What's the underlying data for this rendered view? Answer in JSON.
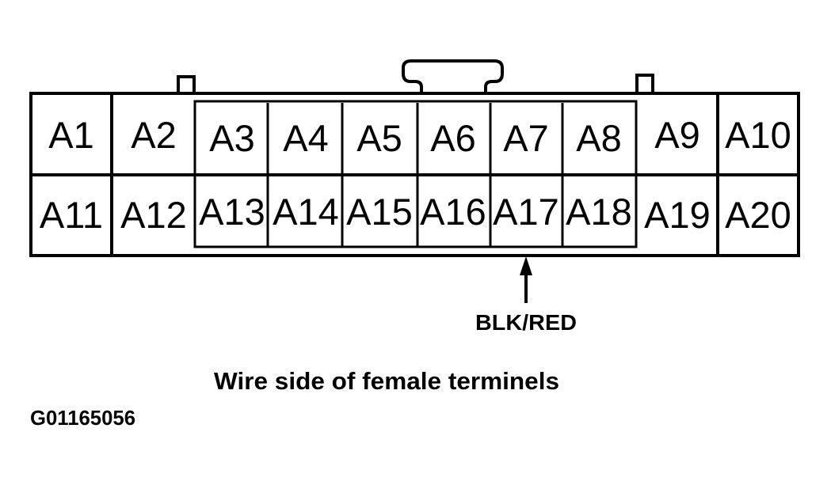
{
  "figure": {
    "code": "G01165056",
    "caption": "Wire side of female terminels",
    "callout": {
      "wire_label": "BLK/RED",
      "arrow_points_to": "A17"
    }
  },
  "connector": {
    "rows": 2,
    "columns": 10,
    "terminals": [
      "A1",
      "A2",
      "A3",
      "A4",
      "A5",
      "A6",
      "A7",
      "A8",
      "A9",
      "A10",
      "A11",
      "A12",
      "A13",
      "A14",
      "A15",
      "A16",
      "A17",
      "A18",
      "A19",
      "A20"
    ]
  },
  "colors": {
    "ink": "#000000",
    "paper": "#ffffff"
  }
}
